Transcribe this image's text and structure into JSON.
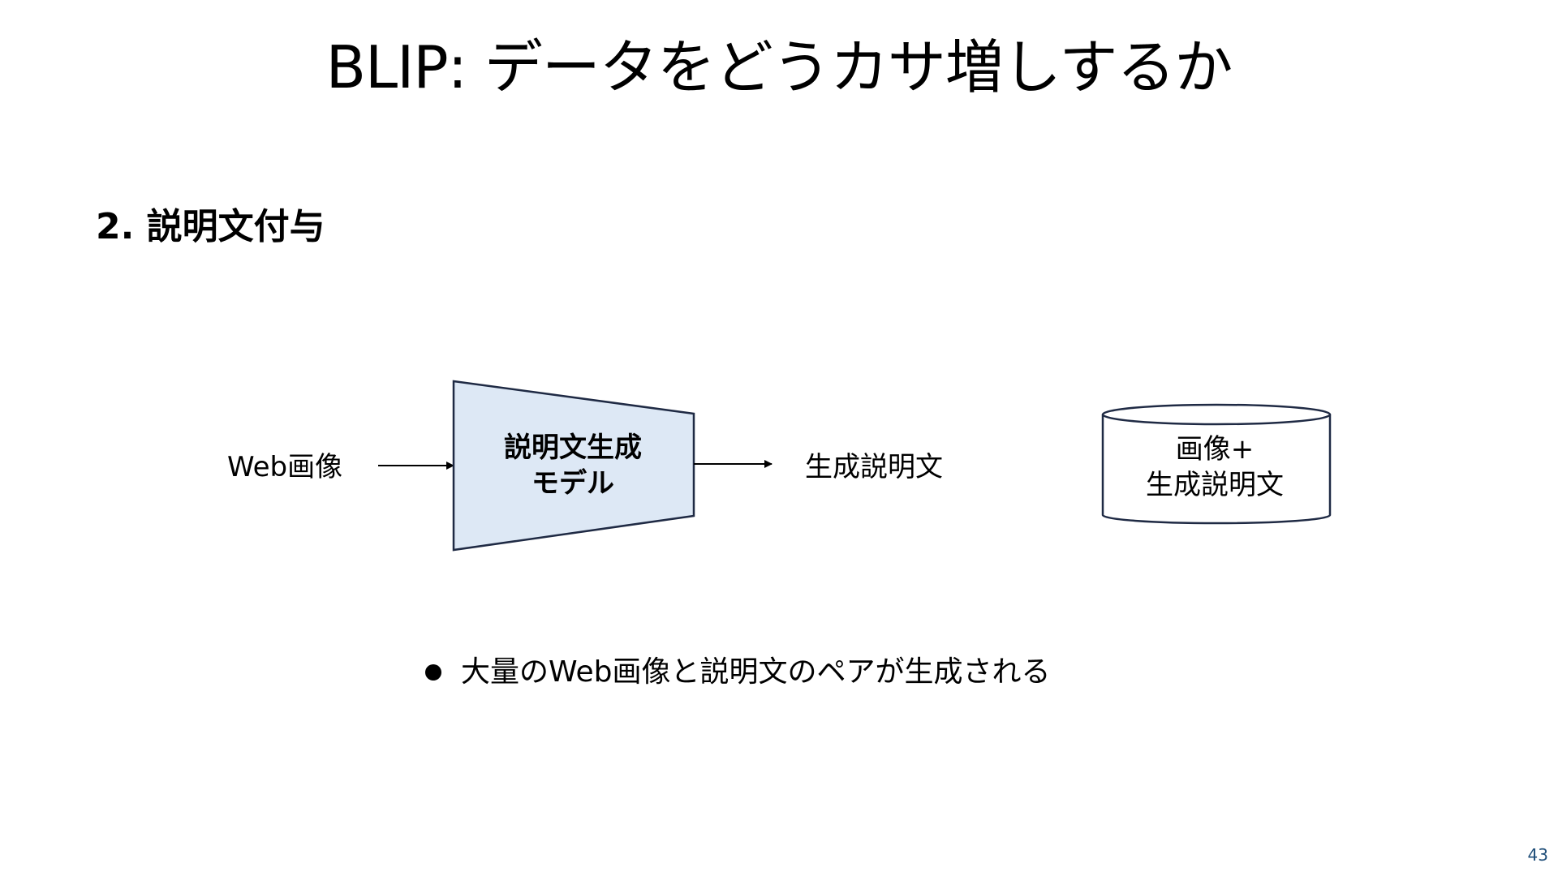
{
  "slide": {
    "title": "BLIP: データをどうカサ増しするか",
    "section_heading": "2. 説明文付与",
    "page_number": "43"
  },
  "diagram": {
    "input_label": "Web画像",
    "model": {
      "line1": "説明文生成",
      "line2": "モデル",
      "fill_color": "#dde8f5",
      "stroke_color": "#1f2a44"
    },
    "output_label": "生成説明文",
    "database": {
      "line1": "画像+",
      "line2": "生成説明文",
      "stroke_color": "#1f2a44"
    }
  },
  "bullets": [
    {
      "text": "大量のWeb画像と説明文のペアが生成される"
    }
  ]
}
